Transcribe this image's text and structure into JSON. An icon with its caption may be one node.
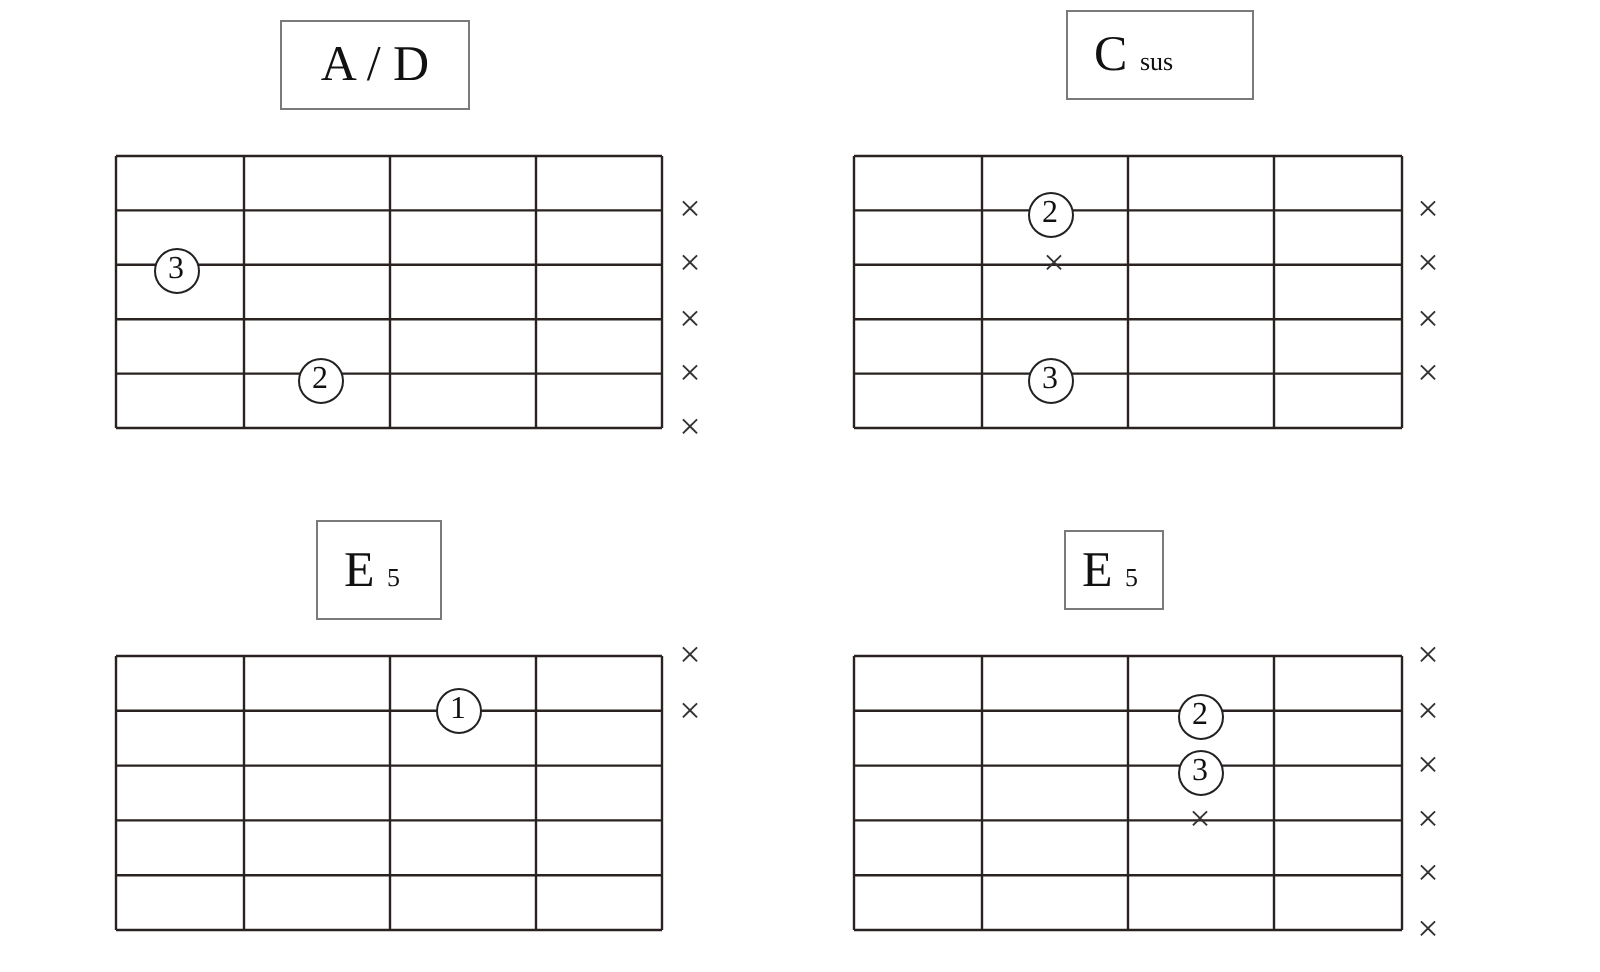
{
  "diagram": {
    "nodes": [
      {
        "text": [
          "A / D"
        ]
      },
      {
        "text": [
          "3"
        ]
      },
      {
        "text": [
          "2"
        ]
      },
      {
        "text": [
          "C sus"
        ]
      },
      {
        "text": [
          "2"
        ]
      },
      {
        "text": [
          "3"
        ]
      },
      {
        "text": [
          "E 5"
        ]
      },
      {
        "text": [
          "1"
        ]
      },
      {
        "text": [
          "E 5"
        ]
      },
      {
        "text": [
          "2"
        ]
      },
      {
        "text": [
          "3"
        ]
      }
    ],
    "labels": [
      "×",
      "×",
      "×",
      "×",
      "×",
      "×",
      "×",
      "×",
      "×",
      "×",
      "×",
      "×",
      "×",
      "×",
      "×",
      "×",
      "×",
      "×",
      "×"
    ]
  }
}
